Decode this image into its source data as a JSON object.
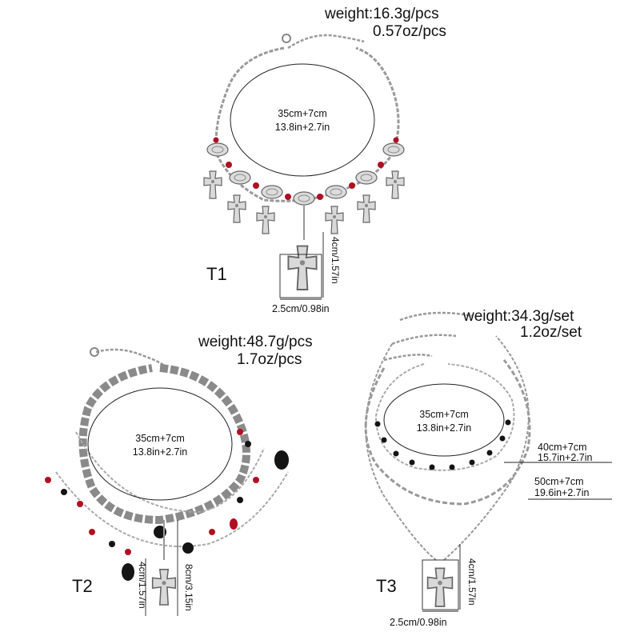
{
  "t1": {
    "label": "T1",
    "weight": "weight:16.3g/pcs",
    "weight_oz": "0.57oz/pcs",
    "size_cm": "35cm+7cm",
    "size_in": "13.8in+2.7in",
    "cross_height": "4cm/1.57in",
    "cross_width": "2.5cm/0.98in"
  },
  "t2": {
    "label": "T2",
    "weight": "weight:48.7g/pcs",
    "weight_oz": "1.7oz/pcs",
    "size_cm": "35cm+7cm",
    "size_in": "13.8in+2.7in",
    "cross_height": "4cm/1.57in",
    "drop_length": "8cm/3.15in"
  },
  "t3": {
    "label": "T3",
    "weight": "weight:34.3g/set",
    "weight_oz": "1.2oz/set",
    "size_cm": "35cm+7cm",
    "size_in": "13.8in+2.7in",
    "mid_cm": "40cm+7cm",
    "mid_in": "15.7in+2.7in",
    "long_cm": "50cm+7cm",
    "long_in": "19.6in+2.7in",
    "cross_height": "4cm/1.57in",
    "cross_width": "2.5cm/0.98in"
  },
  "colors": {
    "silver": "#9a9a9a",
    "red_bead": "#b01020",
    "black_bead": "#141414"
  }
}
